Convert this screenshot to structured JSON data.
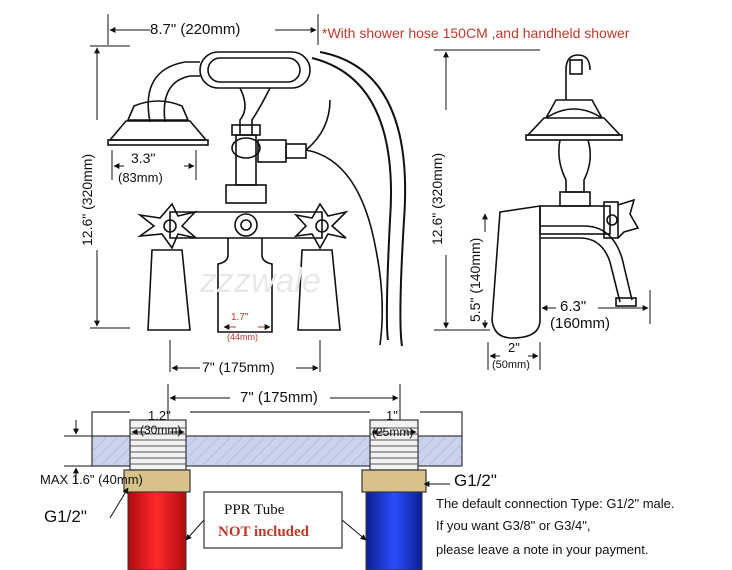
{
  "top_note": "*With shower hose 150CM ,and handheld shower",
  "front_view": {
    "width_label": "8.7\" (220mm)",
    "height_label": "12.6\" (320mm)",
    "head_width": "3.3\"",
    "head_width_mm": "(83mm)",
    "spout_gap": "1.7\"",
    "spout_gap_mm": "(44mm)",
    "center_distance": "7\" (175mm)",
    "watermark": "zzzwale"
  },
  "side_view": {
    "height_label": "12.6\" (320mm)",
    "spout_height": "5.5\" (140mm)",
    "spout_reach": "6.3\"",
    "spout_reach_mm": "(160mm)",
    "base_width": "2\"",
    "base_width_mm": "(50mm)"
  },
  "install_view": {
    "center_distance": "7\" (175mm)",
    "left_pipe": "1.2\"",
    "left_pipe_mm": "(30mm)",
    "right_pipe": "1\"",
    "right_pipe_mm": "(25mm)",
    "max_thickness": "MAX 1.6\" (40mm)",
    "left_thread": "G1/2\"",
    "right_thread": "G1/2\"",
    "ppr_line1": "PPR Tube",
    "ppr_line2": "NOT included"
  },
  "notes": {
    "line1": "The default connection Type: G1/2\" male.",
    "line2": "If you want G3/8\" or G3/4\",",
    "line3": "please leave a note in your payment."
  },
  "colors": {
    "hot_pipe": "#e8141b",
    "cold_pipe": "#1531c9",
    "counter": "#c9d3ee",
    "red_text": "#c0392b"
  }
}
